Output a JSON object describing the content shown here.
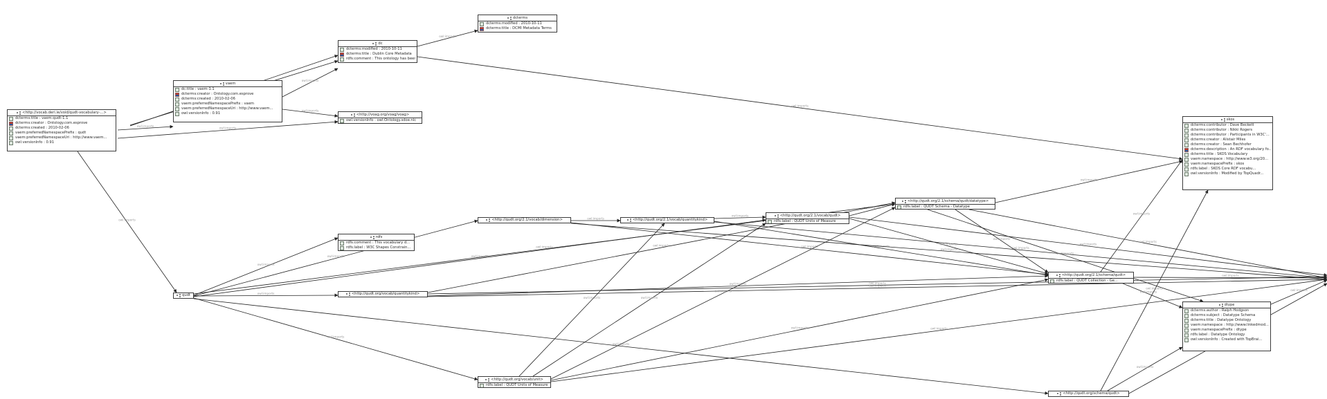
{
  "edge_label": "owl:imports",
  "colors": {
    "node_border": "#3a3a3a",
    "edge": "#222222",
    "edge_label": "#9a9a9a",
    "background": "#ffffff"
  },
  "nodes": {
    "root": {
      "title": "<http://vocab.deri.ie/void/qudt-vocabulary-...>",
      "rows": [
        {
          "icon": "property-icon",
          "text": "dcterms:title : vaem:qudt-1.1"
        },
        {
          "icon": "language-flag-icon",
          "text": "dcterms:creator : Ontology.com.esprove"
        },
        {
          "icon": "property-icon",
          "text": "dcterms:created : 2010-02-06"
        },
        {
          "icon": "property-icon",
          "text": "vaem:preferredNamespacePrefix : qudt"
        },
        {
          "icon": "property-icon",
          "text": "vaem:preferredNamespaceUri : http://www.vaem..."
        },
        {
          "icon": "property-icon",
          "text": "owl:versionInfo : 0.91"
        }
      ]
    },
    "vaem": {
      "title": "vaem",
      "rows": [
        {
          "icon": "property-icon",
          "text": "dc:title : vaem-1.1"
        },
        {
          "icon": "language-flag-icon",
          "text": "dcterms:creator : Ontology.com.esprove"
        },
        {
          "icon": "property-icon",
          "text": "dcterms:created : 2010-02-06"
        },
        {
          "icon": "property-icon",
          "text": "vaem:preferredNamespacePrefix : vaem"
        },
        {
          "icon": "property-icon",
          "text": "vaem:preferredNamespaceUri : http://www.vaem..."
        },
        {
          "icon": "property-icon",
          "text": "owl:versionInfo : 0.91"
        }
      ]
    },
    "dc": {
      "title": "dc",
      "rows": [
        {
          "icon": "property-icon",
          "text": "dcterms:modified : 2010-10-11"
        },
        {
          "icon": "language-flag-icon",
          "text": "dcterms:title : Dublin Core Metadata"
        },
        {
          "icon": "property-icon",
          "text": "rdfs:comment : This ontology has been..."
        }
      ]
    },
    "dcterms": {
      "title": "dcterms",
      "rows": [
        {
          "icon": "property-icon",
          "text": "dcterms:modified : 2010-10-11"
        },
        {
          "icon": "language-flag-icon",
          "text": "dcterms:title : DCMI Metadata Terms"
        }
      ]
    },
    "voag": {
      "title": "<http://voag.org/voag/voag>",
      "rows": [
        {
          "icon": "property-icon",
          "text": "owl:versionInfo : owl:Ontology.sdoe.nlc"
        }
      ]
    },
    "skos": {
      "title": "skos",
      "rows": [
        {
          "icon": "property-icon",
          "text": "dcterms:contributor : Dave Beckett"
        },
        {
          "icon": "property-icon",
          "text": "dcterms:contributor : Nikki Rogers"
        },
        {
          "icon": "property-icon",
          "text": "dcterms:contributor : Participants in W3C'..."
        },
        {
          "icon": "property-icon",
          "text": "dcterms:creator : Alistair Miles"
        },
        {
          "icon": "property-icon",
          "text": "dcterms:creator : Sean Bechhofer"
        },
        {
          "icon": "language-flag-icon",
          "text": "dcterms:description : An RDF vocabulary fo..."
        },
        {
          "icon": "property-icon",
          "text": "dcterms:title : SKOS Vocabulary"
        },
        {
          "icon": "property-icon",
          "text": "vaem:namespace : http://www.w3.org/20..."
        },
        {
          "icon": "property-icon",
          "text": "vaem:namespacePrefix : skos"
        },
        {
          "icon": "property-icon",
          "text": "rdfs:label : SKOS Core RDF vocabu..."
        },
        {
          "icon": "property-icon",
          "text": "owl:versionInfo : Modified by TopQuadr..."
        }
      ]
    },
    "rdfs": {
      "title": "rdfs",
      "rows": [
        {
          "icon": "property-icon",
          "text": "rdfs:comment : This vocabulary d..."
        },
        {
          "icon": "property-icon",
          "text": "rdfs:label : W3C Shapes Constrain..."
        }
      ]
    },
    "qudt": {
      "title": "qudt",
      "rows": []
    },
    "dimension": {
      "title": "<http://qudt.org/2.1/vocab/dimension>",
      "rows": []
    },
    "quantitykind": {
      "title": "<http://qudt.org/2.1/vocab/quantitykind>",
      "rows": []
    },
    "qudt21": {
      "title": "<http://qudt.org/2.1/vocab/qudt>",
      "rows": [
        {
          "icon": "property-icon",
          "text": "rdfs:label : QUDT Units of Measure"
        }
      ]
    },
    "qudt_schema": {
      "title": "<http://qudt.org/2.1/schema/qudt/datatype>",
      "rows": [
        {
          "icon": "property-icon",
          "text": "rdfs:label : QUDT Schema - Datatype"
        }
      ]
    },
    "qk_vocab": {
      "title": "<http://qudt.org/vocab/quantitykind>",
      "rows": []
    },
    "collection": {
      "title": "<http://qudt.org/2.1/schema/qudt>",
      "rows": [
        {
          "icon": "property-icon",
          "text": "rdfs:label : QUDT Collection - Ge..."
        }
      ]
    },
    "dtype": {
      "title": "dtype",
      "rows": [
        {
          "icon": "property-icon",
          "text": "dcterms:author : Ralph Hodgson"
        },
        {
          "icon": "property-icon",
          "text": "dcterms:subject : Datatype Schema"
        },
        {
          "icon": "property-icon",
          "text": "dcterms:title : Datatype Ontology"
        },
        {
          "icon": "property-icon",
          "text": "vaem:namespace : http://www.linkedmod..."
        },
        {
          "icon": "property-icon",
          "text": "vaem:namespacePrefix : dtype"
        },
        {
          "icon": "property-icon",
          "text": "rdfs:label : Datatype Ontology"
        },
        {
          "icon": "property-icon",
          "text": "owl:versionInfo : Created with TopBrai..."
        }
      ]
    },
    "unit": {
      "title": "<http://qudt.org/vocab/unit>",
      "rows": [
        {
          "icon": "property-icon",
          "text": "rdfs:label : QUDT Units of Measure"
        }
      ]
    },
    "schema_qudt": {
      "title": "<http://qudt.org/schema/qudt>",
      "rows": []
    }
  }
}
